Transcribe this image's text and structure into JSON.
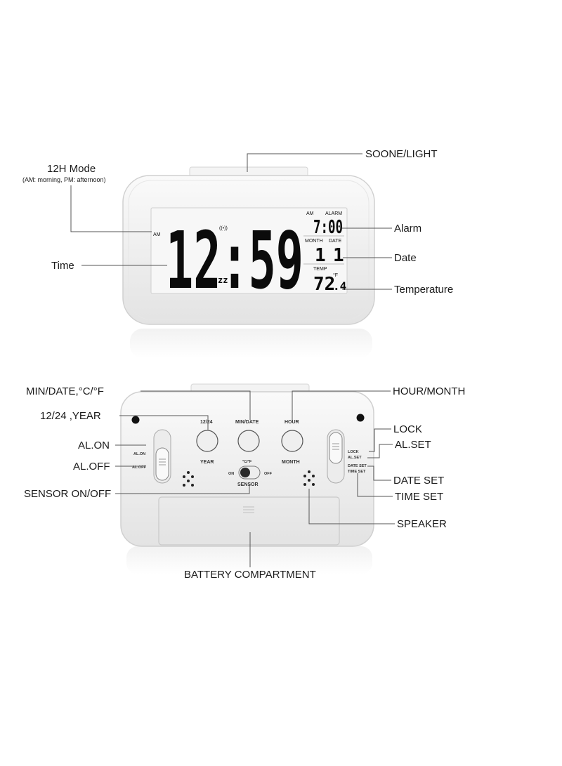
{
  "front": {
    "lcd": {
      "time": "12:59",
      "am_label": "AM",
      "alarm_am": "AM",
      "alarm_label": "ALARM",
      "alarm_time": "7:00",
      "month_label": "MONTH",
      "date_label": "DATE",
      "month_value": "1",
      "date_value": "1",
      "temp_label": "TEMP",
      "temp_unit": "°F",
      "temp_value": "72",
      "temp_decimal": ".4",
      "snooze_glyph": "zz"
    },
    "callouts": {
      "mode_title": "12H Mode",
      "mode_sub": "(AM: morning, PM: afternoon)",
      "time": "Time",
      "snooze_light": "SOONE/LIGHT",
      "alarm": "Alarm",
      "date": "Date",
      "temperature": "Temperature"
    }
  },
  "back": {
    "device_labels": {
      "year_top": "12/24",
      "year_bottom": "YEAR",
      "mindate_top": "MIN/DATE",
      "hour_top": "HOUR",
      "month_bottom": "MONTH",
      "al_on": "AL.ON",
      "al_off": "AL.OFF",
      "lock": "LOCK",
      "al_set": "AL.SET",
      "date_set": "DATE SET",
      "time_set": "TIME SET",
      "sensor_unit": "°C/°F",
      "on": "ON",
      "off": "OFF",
      "sensor": "SENSOR"
    },
    "callouts": {
      "min_date": "MIN/DATE,°C/°F",
      "hour_month": "HOUR/MONTH",
      "year_12_24": "12/24 ,YEAR",
      "lock": "LOCK",
      "al_on": "AL.ON",
      "al_set": "AL.SET",
      "al_off": "AL.OFF",
      "date_set": "DATE SET",
      "sensor_on_off": "SENSOR ON/OFF",
      "time_set": "TIME SET",
      "speaker": "SPEAKER",
      "battery": "BATTERY COMPARTMENT"
    }
  },
  "colors": {
    "body": "#f2f2f2",
    "lcd": "#f7f7f7",
    "digits": "#0b0b0b",
    "leader": "#555555"
  }
}
